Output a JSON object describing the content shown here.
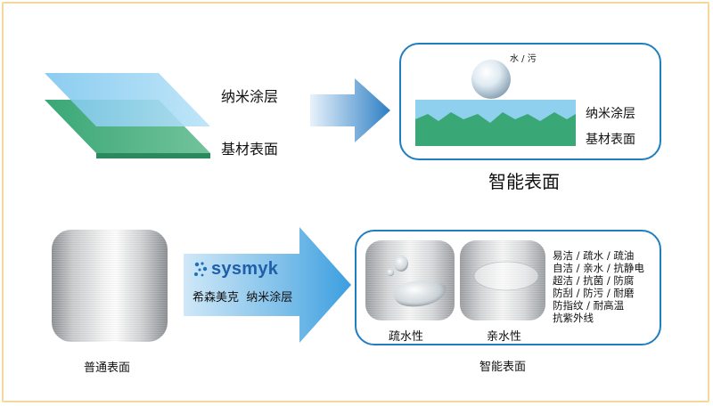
{
  "top": {
    "left_labels": {
      "coating": "纳米涂层",
      "substrate": "基材表面"
    },
    "panel": {
      "droplet_label": "水 / 污",
      "coating": "纳米涂层",
      "substrate": "基材表面"
    },
    "caption": "智能表面"
  },
  "bottom": {
    "plain_caption": "普通表面",
    "arrow": {
      "brand": "sysmyk",
      "text": "希森美克  纳米涂层"
    },
    "panel": {
      "hydrophobic": "疏水性",
      "hydrophilic": "亲水性",
      "properties": [
        "易洁 / 疏水 / 疏油",
        "自洁 / 亲水 / 抗静电",
        "超洁 / 抗菌 / 防腐",
        "防刮 / 防污 / 耐磨",
        "防指纹 / 耐高温",
        "抗紫外线"
      ]
    },
    "caption": "智能表面"
  },
  "colors": {
    "panel_border": "#1f7ec0",
    "coating_blue": "#8fd0ef",
    "substrate_green": "#3aa776",
    "arrow_blue": "#2f86c8",
    "frame_border": "#f6d89a"
  }
}
